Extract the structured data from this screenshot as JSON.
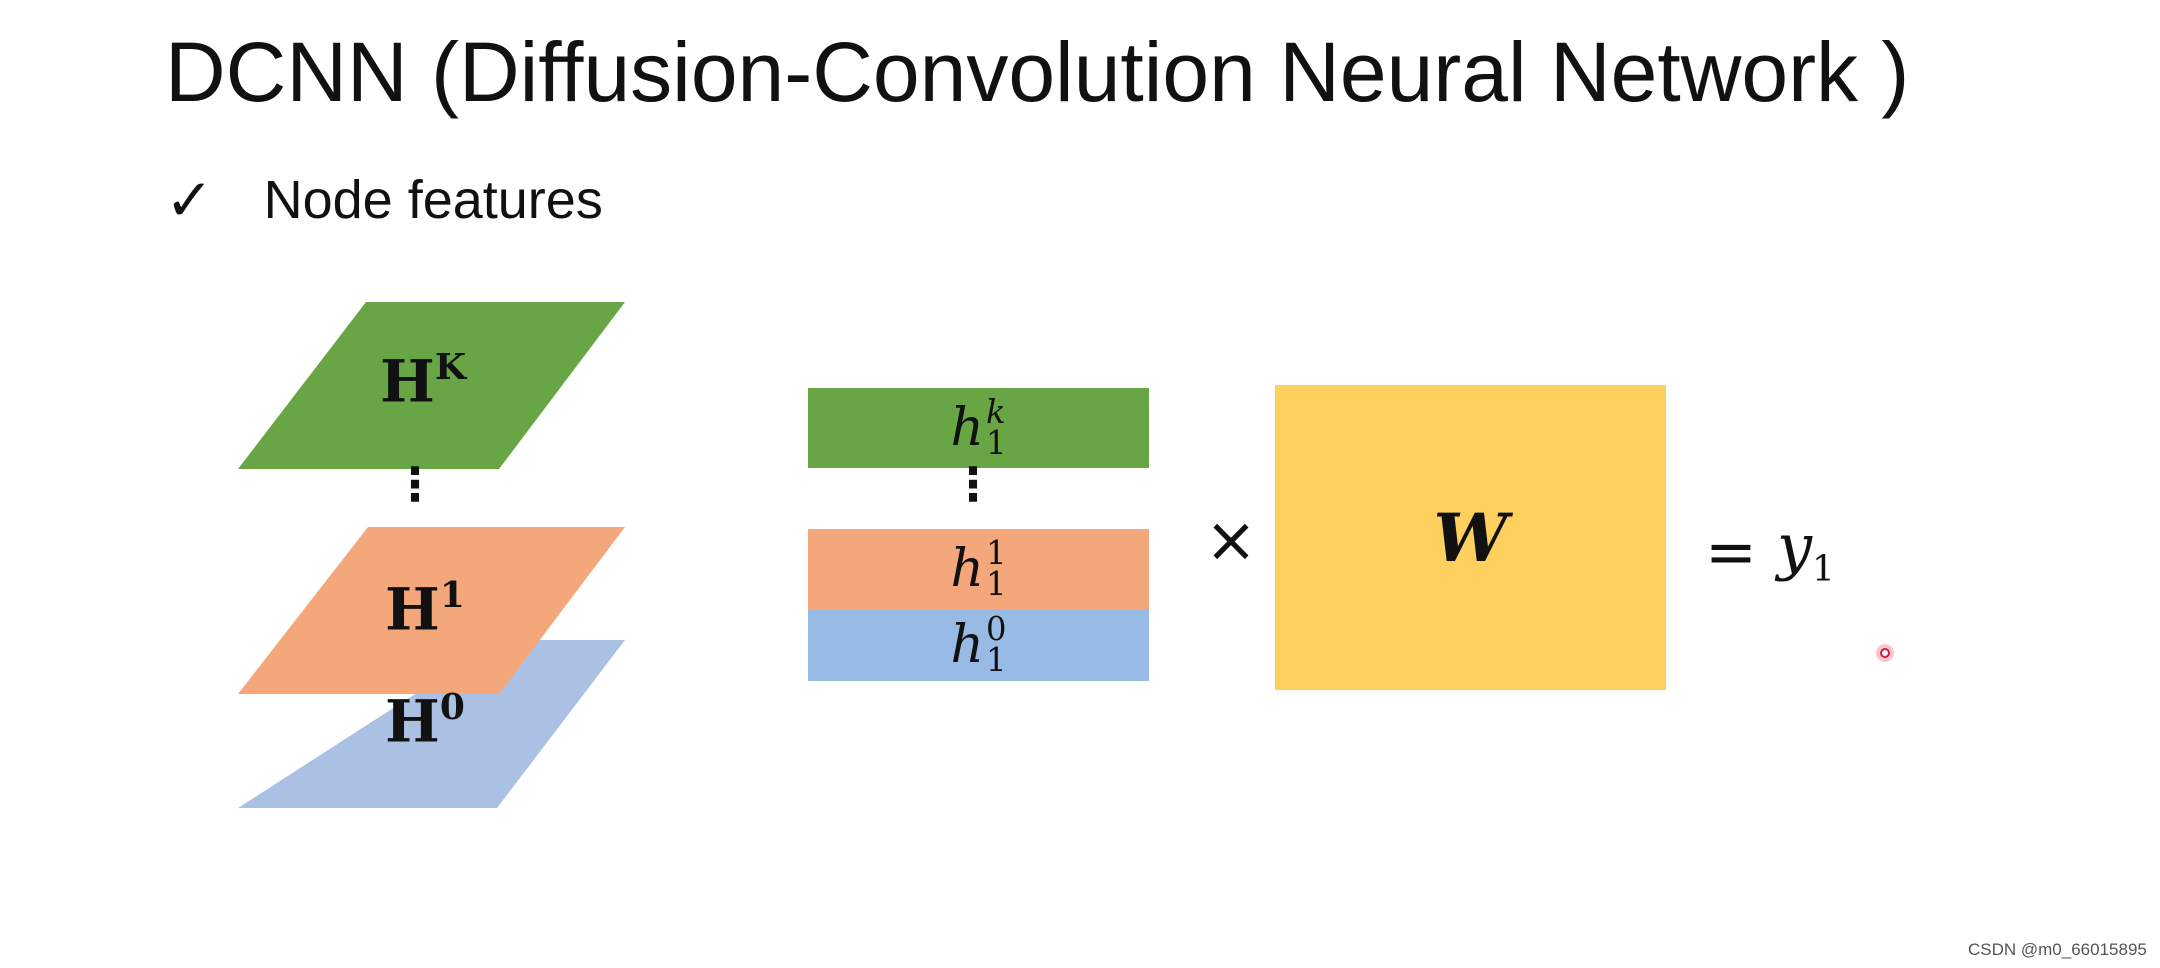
{
  "slide": {
    "title": "DCNN (Diffusion-Convolution Neural Network )",
    "bullet": {
      "icon": "check-icon",
      "text": "Node features"
    }
  },
  "left_stack": {
    "layers": [
      {
        "name": "top",
        "base": "H",
        "sup": "K",
        "color": "#68a544"
      },
      {
        "name": "middle",
        "base": "H",
        "sup": "1",
        "color": "#f3a77a"
      },
      {
        "name": "bottom",
        "base": "H",
        "sup": "0",
        "color": "#abc1e4"
      }
    ],
    "ellipsis": "⋮"
  },
  "feature_vector": {
    "rows": [
      {
        "name": "k",
        "base": "h",
        "sup": "k",
        "sub": "1",
        "color": "#68a544"
      },
      {
        "name": "1",
        "base": "h",
        "sup": "1",
        "sub": "1",
        "color": "#f3a77a"
      },
      {
        "name": "0",
        "base": "h",
        "sup": "0",
        "sub": "1",
        "color": "#98bbe5"
      }
    ],
    "ellipsis": "⋮"
  },
  "operator": {
    "times": "×"
  },
  "weight": {
    "label": "W",
    "color": "#fed15f"
  },
  "output": {
    "equals": "=",
    "base": "y",
    "sub": "1"
  },
  "watermark": "CSDN @m0_66015895"
}
